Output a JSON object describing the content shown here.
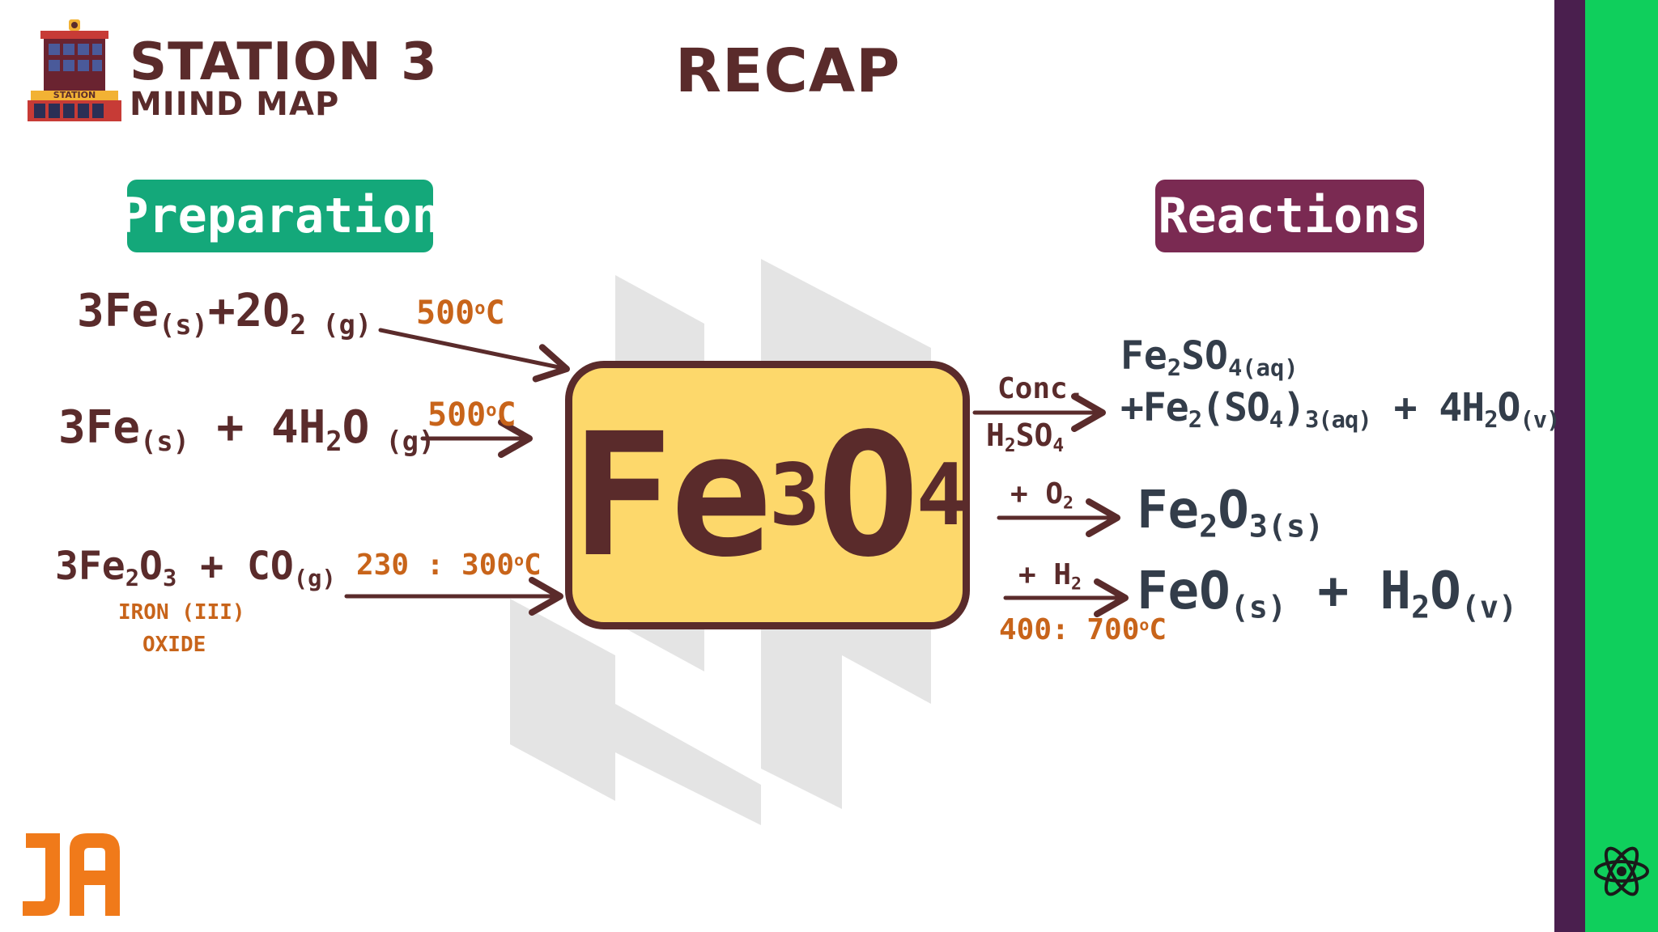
{
  "header": {
    "station_title": "STATION 3",
    "station_subtitle": "MIIND MAP",
    "station_badge": "STATION",
    "recap_title": "RECAP"
  },
  "sections": {
    "preparation_label": "Preparation",
    "reactions_label": "Reactions"
  },
  "center": {
    "compound_main": "Fe",
    "compound_sub1": "3",
    "compound_mid": "O",
    "compound_sub2": "4"
  },
  "preparation": [
    {
      "eq_a": "3Fe",
      "eq_a_sub": "(s)",
      "eq_b": "+2O",
      "eq_b_sub": "2 (g)",
      "condition": "500",
      "condition_unit": "C"
    },
    {
      "eq_a": "3Fe",
      "eq_a_sub": "(s)",
      "eq_b": " + 4H",
      "eq_b_sub": "2",
      "eq_c": "O",
      "eq_c_sub": " (g)",
      "condition": "500",
      "condition_unit": "C"
    },
    {
      "eq_a": "3Fe",
      "eq_a_sub": "2",
      "eq_b": "O",
      "eq_b_sub": "3",
      "eq_c": " + CO",
      "eq_c_sub": "(g)",
      "condition": "230 : 300",
      "condition_unit": "C",
      "note_line1": "IRON (III)",
      "note_line2": "OXIDE"
    }
  ],
  "reactions": [
    {
      "reagent_line1": "Conc.",
      "reagent_line2": "H",
      "reagent_sub1": "2",
      "reagent_line2b": "SO",
      "reagent_sub2": "4",
      "product_line1_a": "Fe",
      "product_line1_sub1": "2",
      "product_line1_b": "SO",
      "product_line1_sub2": "4(aq)",
      "product_line2_a": "+Fe",
      "product_line2_sub1": "2",
      "product_line2_b": "(SO",
      "product_line2_sub2": "4",
      "product_line2_c": ")",
      "product_line2_sub3": "3(aq)",
      "product_line2_d": " + 4H",
      "product_line2_sub4": "2",
      "product_line2_e": "O",
      "product_line2_sub5": "(v)"
    },
    {
      "reagent": "+ O",
      "reagent_sub": "2",
      "product_a": "Fe",
      "product_sub1": "2",
      "product_b": "O",
      "product_sub2": "3(s)"
    },
    {
      "reagent": "+ H",
      "reagent_sub": "2",
      "condition": "400: 700",
      "condition_unit": "C",
      "product_a": "FeO",
      "product_sub1": "(s)",
      "product_b": " + H",
      "product_sub2": "2",
      "product_c": "O",
      "product_sub3": "(v)"
    }
  ],
  "colors": {
    "preparation_pill": "#14a87a",
    "reactions_pill": "#7a2a52",
    "maroon": "#5a2b2b",
    "orange": "#c8641a",
    "box_fill": "#fdd86b",
    "sidebar_purple": "#4a1f4e",
    "sidebar_green": "#0fcf5c"
  },
  "icons": {
    "station_icon": "station-building-icon",
    "logo": "ja-logo",
    "atom": "atom-icon",
    "watermark": "ja-watermark"
  }
}
